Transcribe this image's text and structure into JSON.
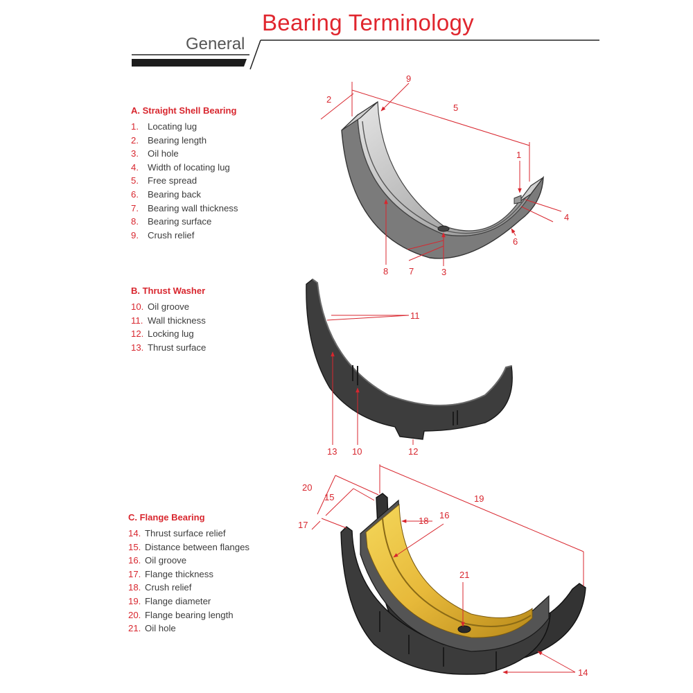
{
  "header": {
    "title": "Bearing Terminology",
    "section": "General"
  },
  "colors": {
    "accent": "#d8262e",
    "steel_dark": "#3a3a3a",
    "steel_light": "#c9c9c9",
    "bronze": "#e3b53c"
  },
  "sections": {
    "a": {
      "title": "A. Straight Shell Bearing",
      "items": [
        {
          "num": "1.",
          "label": "Locating lug"
        },
        {
          "num": "2.",
          "label": "Bearing length"
        },
        {
          "num": "3.",
          "label": "Oil hole"
        },
        {
          "num": "4.",
          "label": "Width of locating lug"
        },
        {
          "num": "5.",
          "label": "Free spread"
        },
        {
          "num": "6.",
          "label": "Bearing back"
        },
        {
          "num": "7.",
          "label": "Bearing wall thickness"
        },
        {
          "num": "8.",
          "label": "Bearing surface"
        },
        {
          "num": "9.",
          "label": "Crush relief"
        }
      ]
    },
    "b": {
      "title": "B. Thrust Washer",
      "items": [
        {
          "num": "10.",
          "label": "Oil groove"
        },
        {
          "num": "11.",
          "label": "Wall thickness"
        },
        {
          "num": "12.",
          "label": "Locking lug"
        },
        {
          "num": "13.",
          "label": "Thrust surface"
        }
      ]
    },
    "c": {
      "title": "C. Flange Bearing",
      "items": [
        {
          "num": "14.",
          "label": "Thrust surface relief"
        },
        {
          "num": "15.",
          "label": "Distance between flanges"
        },
        {
          "num": "16.",
          "label": "Oil groove"
        },
        {
          "num": "17.",
          "label": "Flange thickness"
        },
        {
          "num": "18.",
          "label": "Crush relief"
        },
        {
          "num": "19.",
          "label": "Flange diameter"
        },
        {
          "num": "20.",
          "label": "Flange bearing length"
        },
        {
          "num": "21.",
          "label": "Oil hole"
        }
      ]
    }
  },
  "callouts": {
    "c1": "1",
    "c2": "2",
    "c3": "3",
    "c4": "4",
    "c5": "5",
    "c6": "6",
    "c7": "7",
    "c8": "8",
    "c9": "9",
    "c10": "10",
    "c11": "11",
    "c12": "12",
    "c13": "13",
    "c14": "14",
    "c15": "15",
    "c16": "16",
    "c17": "17",
    "c18": "18",
    "c19": "19",
    "c20": "20",
    "c21": "21"
  }
}
